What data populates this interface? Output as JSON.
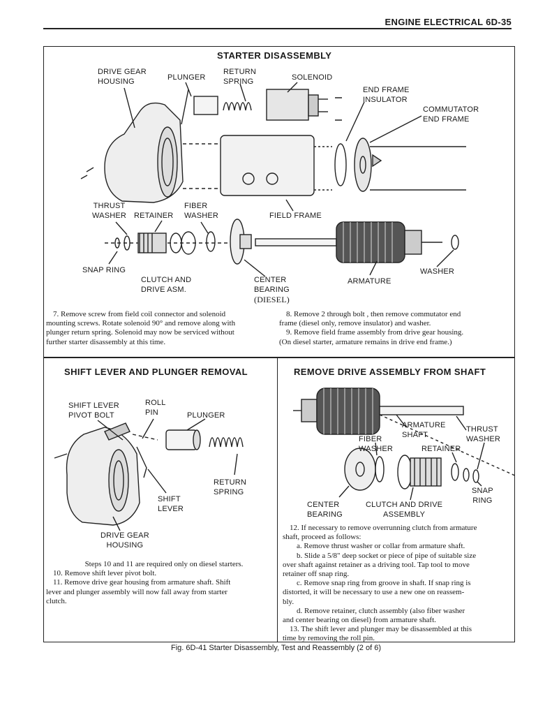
{
  "header": {
    "text": "ENGINE ELECTRICAL  6D-35"
  },
  "top": {
    "title": "STARTER DISASSEMBLY",
    "labels": {
      "drive_gear_housing_1": "DRIVE GEAR",
      "drive_gear_housing_2": "HOUSING",
      "plunger": "PLUNGER",
      "return_spring_1": "RETURN",
      "return_spring_2": "SPRING",
      "solenoid": "SOLENOID",
      "end_frame_insulator_1": "END FRAME",
      "end_frame_insulator_2": "INSULATOR",
      "commutator_end_frame_1": "COMMUTATOR",
      "commutator_end_frame_2": "END FRAME",
      "thrust_washer_1": "THRUST",
      "thrust_washer_2": "WASHER",
      "retainer": "RETAINER",
      "fiber_washer_1": "FIBER",
      "fiber_washer_2": "WASHER",
      "field_frame": "FIELD FRAME",
      "snap_ring": "SNAP RING",
      "clutch_drive_1": "CLUTCH AND",
      "clutch_drive_2": "DRIVE ASM.",
      "center_bearing_1": "CENTER",
      "center_bearing_2": "BEARING",
      "center_bearing_3": "(DIESEL)",
      "armature": "ARMATURE",
      "washer": "WASHER"
    },
    "steps_left": [
      "7. Remove screw from field coil connector and solenoid",
      "mounting screws. Rotate solenoid 90° and remove along with",
      "plunger return spring. Solenoid may now be serviced without",
      "further starter disassembly at this time."
    ],
    "steps_right": [
      "8. Remove 2 through bolt , then remove commutator end",
      "frame (diesel only, remove insulator) and washer.",
      "9. Remove field frame assembly from drive gear housing.",
      "(On diesel starter, armature remains in drive end frame.)"
    ]
  },
  "left_panel": {
    "title": "SHIFT LEVER AND PLUNGER REMOVAL",
    "labels": {
      "shift_lever_pivot_1": "SHIFT LEVER",
      "shift_lever_pivot_2": "PIVOT BOLT",
      "roll_pin_1": "ROLL",
      "roll_pin_2": "PIN",
      "plunger": "PLUNGER",
      "return_spring_1": "RETURN",
      "return_spring_2": "SPRING",
      "shift_lever_1": "SHIFT",
      "shift_lever_2": "LEVER",
      "drive_gear_housing_1": "DRIVE GEAR",
      "drive_gear_housing_2": "HOUSING"
    },
    "steps": [
      "Steps 10 and 11 are required only on diesel starters.",
      "10. Remove shift lever pivot bolt.",
      "11. Remove drive gear housing from armature shaft. Shift",
      "lever and plunger assembly will now fall away from starter",
      "clutch."
    ]
  },
  "right_panel": {
    "title": "REMOVE DRIVE ASSEMBLY FROM SHAFT",
    "labels": {
      "armature_shaft_1": "ARMATURE",
      "armature_shaft_2": "SHAFT",
      "thrust_washer_1": "THRUST",
      "thrust_washer_2": "WASHER",
      "fiber_washer_1": "FIBER",
      "fiber_washer_2": "WASHER",
      "retainer": "RETAINER",
      "snap_ring_1": "SNAP",
      "snap_ring_2": "RING",
      "center_bearing_1": "CENTER",
      "center_bearing_2": "BEARING",
      "clutch_drive_1": "CLUTCH AND DRIVE",
      "clutch_drive_2": "ASSEMBLY"
    },
    "steps": [
      "12. If necessary to remove overrunning clutch from armature",
      "shaft, proceed as follows:",
      "a. Remove thrust washer or collar from armature shaft.",
      "b. Slide a 5/8\" deep socket or piece of pipe of suitable size",
      "over shaft against retainer as a driving tool. Tap tool to move",
      "retainer off snap ring.",
      "c. Remove snap ring from groove in shaft. If snap ring is",
      "distorted, it will be necessary to use a new one on reassem-",
      "bly.",
      "d. Remove retainer, clutch assembly (also fiber washer",
      "and center bearing on diesel) from armature shaft.",
      "13. The shift lever and plunger may be disassembled at this",
      "time by removing the roll pin."
    ]
  },
  "caption": "Fig. 6D-41 Starter Disassembly, Test and Reassembly (2 of 6)"
}
